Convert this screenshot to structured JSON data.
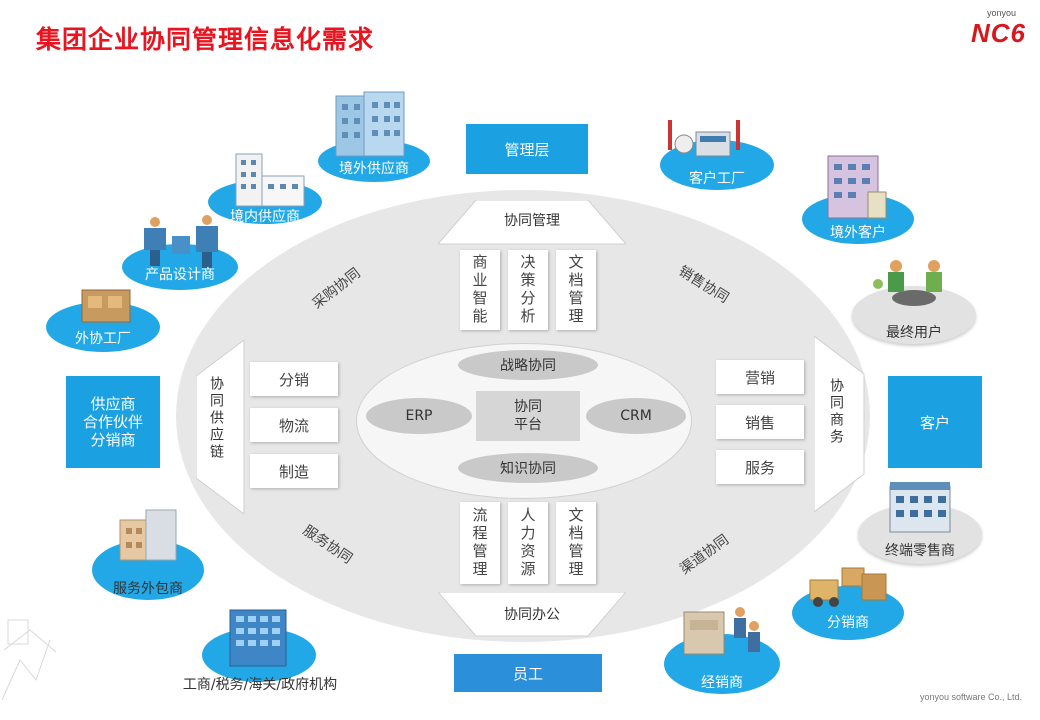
{
  "title": "集团企业协同管理信息化需求",
  "logo": {
    "small": "yonyou",
    "main": "NC6"
  },
  "footer": "yonyou software Co., Ltd.",
  "colors": {
    "accent_blue": "#1ba1e2",
    "node_blue": "#22a8e6",
    "title_red": "#e8141f"
  },
  "boxes": {
    "top": "管理层",
    "bottom": "员工",
    "left": "供应商\n合作伙伴\n分销商",
    "right": "客户"
  },
  "arrows": {
    "top": "协同管理",
    "bottom": "协同办公",
    "left": "协同供应链",
    "right": "协同商务"
  },
  "top_modules": [
    "商业智能",
    "决策分析",
    "文档管理"
  ],
  "bottom_modules": [
    "流程管理",
    "人力资源",
    "文档管理"
  ],
  "left_modules": [
    "分销",
    "物流",
    "制造"
  ],
  "right_modules": [
    "营销",
    "销售",
    "服务"
  ],
  "center": {
    "top": "战略协同",
    "bottom": "知识协同",
    "left": "ERP",
    "right": "CRM",
    "middle": "协同\n平台"
  },
  "diagonal_labels": {
    "top_left": "采购协同",
    "top_right": "销售协同",
    "bottom_left": "服务协同",
    "bottom_right": "渠道协同"
  },
  "nodes_left": {
    "overseas_supplier": "境外供应商",
    "domestic_supplier": "境内供应商",
    "product_designer": "产品设计商",
    "outsource_factory": "外协工厂",
    "service_outsourcer": "服务外包商",
    "government": "工商/税务/海关/政府机构"
  },
  "nodes_right": {
    "customer_factory": "客户工厂",
    "overseas_customer": "境外客户",
    "end_user": "最终用户",
    "retailer": "终端零售商",
    "distributor": "分销商",
    "dealer": "经销商"
  }
}
